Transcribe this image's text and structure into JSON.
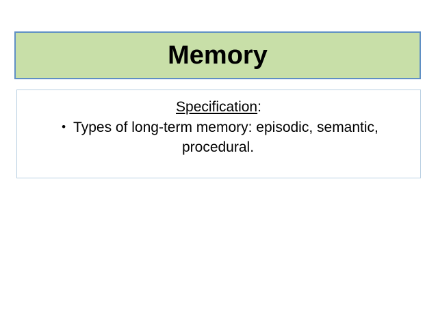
{
  "slide": {
    "title": "Memory",
    "title_background_color": "#c8dfa8",
    "title_border_color": "#5f8fc4",
    "content_border_color": "#b8cfe2",
    "background_color": "#ffffff"
  },
  "content": {
    "heading_underlined": "Specification",
    "heading_suffix": ":",
    "bullet_glyph": "•",
    "bullet_text": "Types of long-term memory: episodic, semantic, procedural."
  }
}
